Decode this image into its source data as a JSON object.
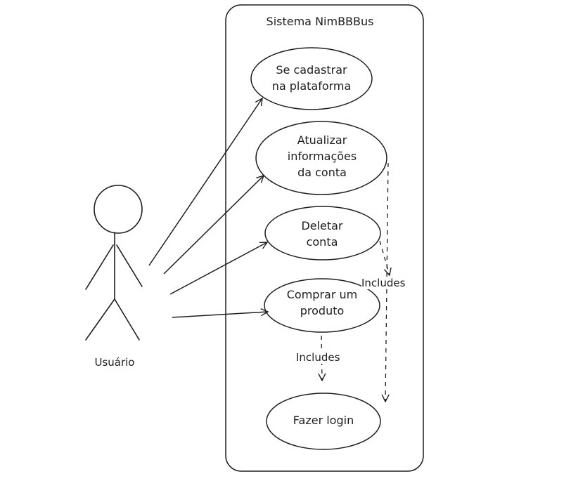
{
  "system": {
    "title": "Sistema NimBBBus"
  },
  "actor": {
    "label": "Usuário"
  },
  "use_cases": [
    {
      "id": "uc1",
      "label": "Se cadastrar\nna plataforma"
    },
    {
      "id": "uc2",
      "label": "Atualizar\ninformações\nda conta"
    },
    {
      "id": "uc3",
      "label": "Deletar\nconta"
    },
    {
      "id": "uc4",
      "label": "Comprar um\nproduto"
    },
    {
      "id": "uc5",
      "label": "Fazer login"
    }
  ],
  "relations": {
    "include_right": "Includes",
    "include_bottom": "Includes"
  },
  "colors": {
    "stroke": "#1e1e1e",
    "background": "#ffffff"
  }
}
